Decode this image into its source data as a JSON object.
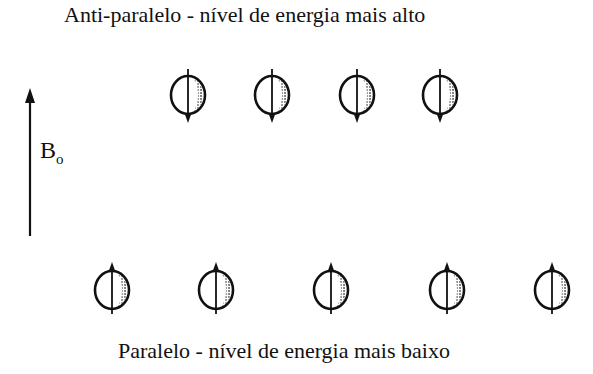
{
  "diagram": {
    "labels": [
      "Anti-paralelo - nível de energia mais alto",
      "B",
      "o",
      "Paralelo - nível de energia mais baixo"
    ]
  }
}
